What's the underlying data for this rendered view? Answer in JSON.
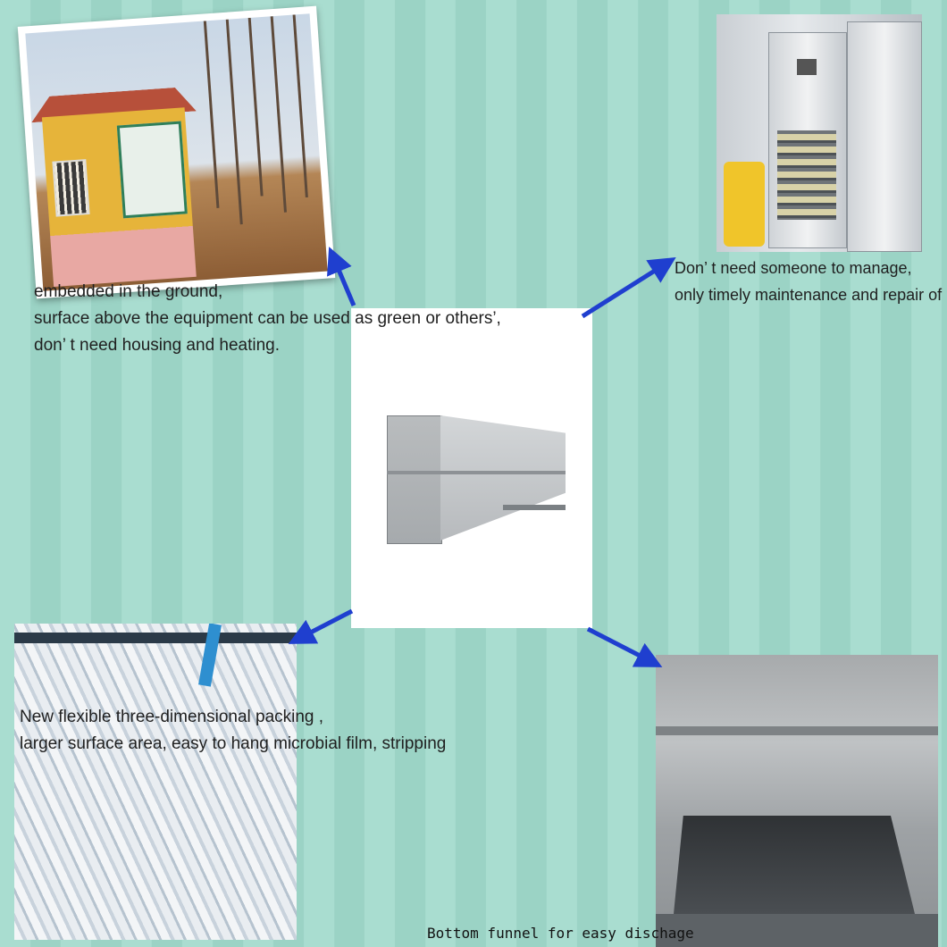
{
  "captions": {
    "ground": [
      "embedded in the ground,",
      "surface above the equipment can be used as green or others’,",
      "don’ t need housing and heating."
    ],
    "manage": [
      "Don’ t need someone to manage,",
      "only timely maintenance and repair of it"
    ],
    "packing": [
      "New flexible three-dimensional packing ,",
      "larger surface area, easy to hang microbial film, stripping"
    ],
    "funnel": "Bottom funnel for easy dischage"
  },
  "colors": {
    "background": "#a9ddd0",
    "arrow": "#1f3fcf"
  },
  "icons": [
    "arrow-icon"
  ]
}
